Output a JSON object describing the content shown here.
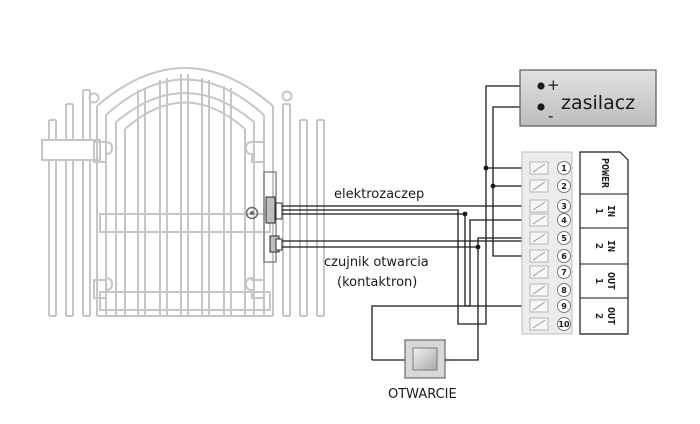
{
  "labels": {
    "strike": "elektrozaczep",
    "sensor_line1": "czujnik otwarcia",
    "sensor_line2": "(kontaktron)",
    "button": "OTWARCIE"
  },
  "power_supply": {
    "label": "zasilacz",
    "plus": "+",
    "minus": "-"
  },
  "terminals": [
    "1",
    "2",
    "3",
    "4",
    "5",
    "6",
    "7",
    "8",
    "9",
    "10"
  ],
  "blocks": [
    {
      "line1": "POWER",
      "line2": ""
    },
    {
      "line1": "IN",
      "line2": "1"
    },
    {
      "line1": "IN",
      "line2": "2"
    },
    {
      "line1": "OUT",
      "line2": "1"
    },
    {
      "line1": "OUT",
      "line2": "2"
    }
  ],
  "colors": {
    "gate": "#c6c6c6",
    "wire": "#1a1a1a",
    "psu_fill": "#d0d0d0",
    "button_fill": "#d6d6d6"
  }
}
